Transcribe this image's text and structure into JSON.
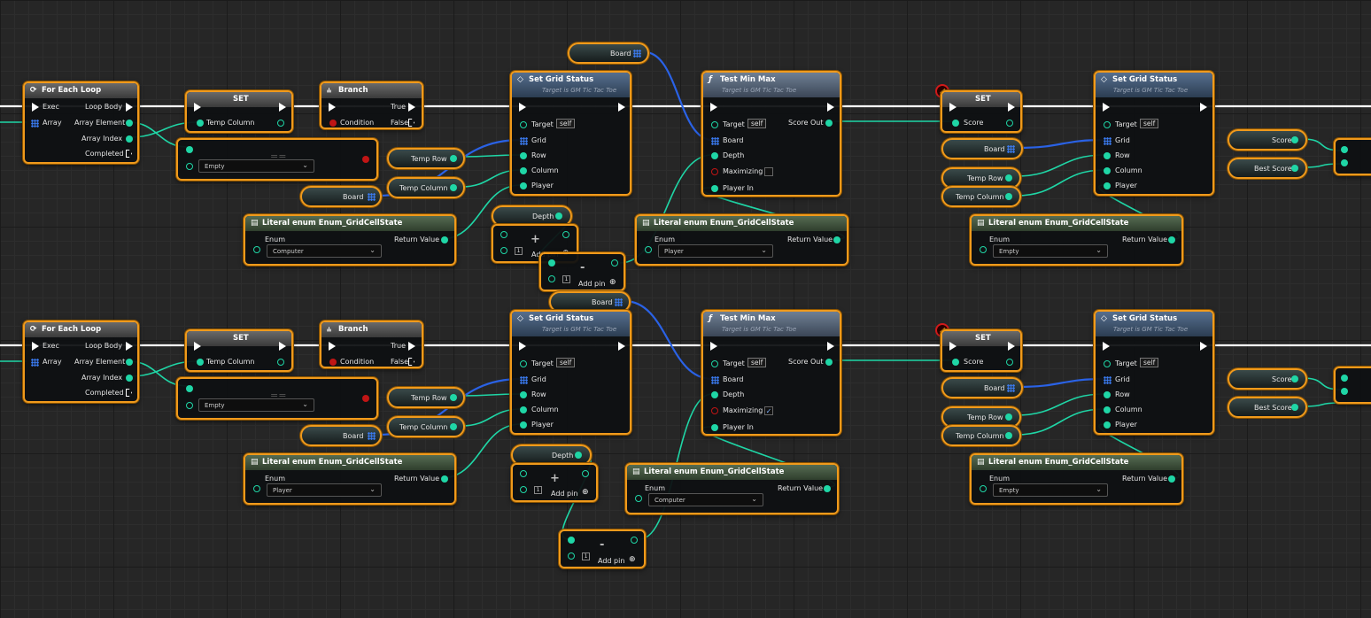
{
  "labels": {
    "for_each_loop": "For Each Loop",
    "exec": "Exec",
    "array": "Array",
    "loop_body": "Loop Body",
    "array_element": "Array Element",
    "array_index": "Array Index",
    "completed": "Completed",
    "set": "SET",
    "temp_column": "Temp Column",
    "temp_row": "Temp Row",
    "branch": "Branch",
    "condition": "Condition",
    "true": "True",
    "false": "False",
    "set_grid_status": "Set Grid Status",
    "target_is_gm": "Target is GM Tic Tac Toe",
    "target": "Target",
    "self": "self",
    "grid": "Grid",
    "row": "Row",
    "column": "Column",
    "player": "Player",
    "board": "Board",
    "test_min_max": "Test Min Max",
    "depth": "Depth",
    "maximizing": "Maximizing",
    "player_in": "Player In",
    "score_out": "Score Out",
    "score": "Score",
    "best_score": "Best Score",
    "literal_enum": "Literal enum Enum_GridCellState",
    "enum": "Enum",
    "return_value": "Return Value",
    "add_pin": "Add pin",
    "plus": "+",
    "minus": "-",
    "one": "1",
    "empty": "Empty",
    "computer": "Computer",
    "player_val": "Player",
    "equal_sign": "=="
  },
  "rows": [
    {
      "enum_a": "Computer",
      "enum_b": "Player",
      "enum_c": "Empty",
      "maximizing_checked": false
    },
    {
      "enum_a": "Player",
      "enum_b": "Computer",
      "enum_c": "Empty",
      "maximizing_checked": true
    }
  ],
  "colors": {
    "node_border": "#f09a1c",
    "exec_pin": "#ffffff",
    "int_pin": "#1fd6a6",
    "bool_pin": "#c01515",
    "array_wire": "#2a62e6",
    "background": "#262626"
  }
}
